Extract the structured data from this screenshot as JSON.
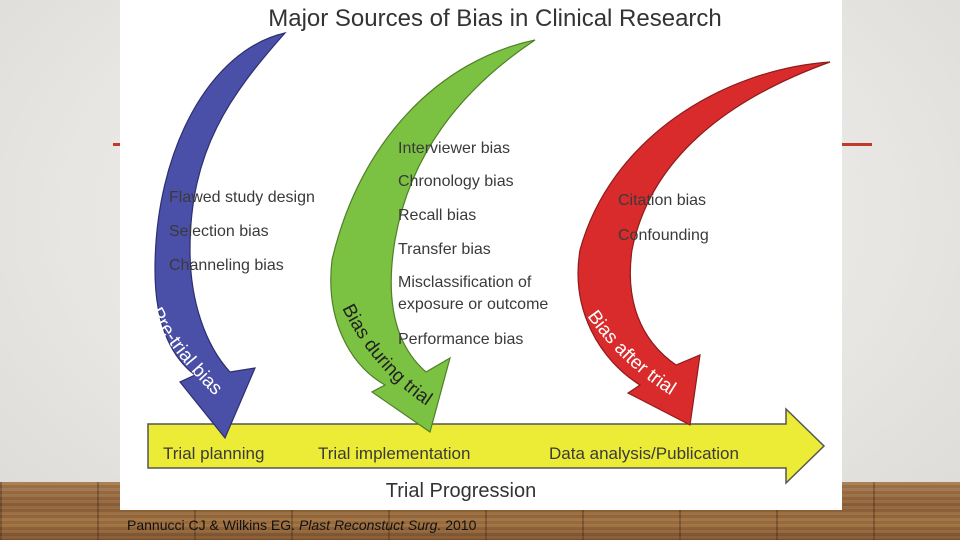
{
  "title": "Major Sources of Bias in Clinical Research",
  "colors": {
    "pre_trial": "#4a4fa8",
    "during_trial": "#7cc242",
    "after_trial": "#d92b2b",
    "timeline": "#ecec36",
    "accent_rule": "#c0392b"
  },
  "phases": [
    {
      "arrow_label": "Pre-trial bias",
      "stage_label": "Trial planning",
      "biases": [
        "Flawed study design",
        "Selection bias",
        "Channeling bias"
      ]
    },
    {
      "arrow_label": "Bias during trial",
      "stage_label": "Trial implementation",
      "biases": [
        "Interviewer bias",
        "Chronology bias",
        "Recall bias",
        "Transfer bias",
        "Misclassification of",
        "exposure or outcome",
        "Performance bias"
      ]
    },
    {
      "arrow_label": "Bias after trial",
      "stage_label": "Data analysis/Publication",
      "biases": [
        "Citation bias",
        "Confounding"
      ]
    }
  ],
  "timeline_label": "Trial Progression",
  "caption": {
    "authors": "Pannucci CJ & Wilkins EG. ",
    "journal": "Plast Reconstuct Surg.",
    "year": " 2010"
  }
}
